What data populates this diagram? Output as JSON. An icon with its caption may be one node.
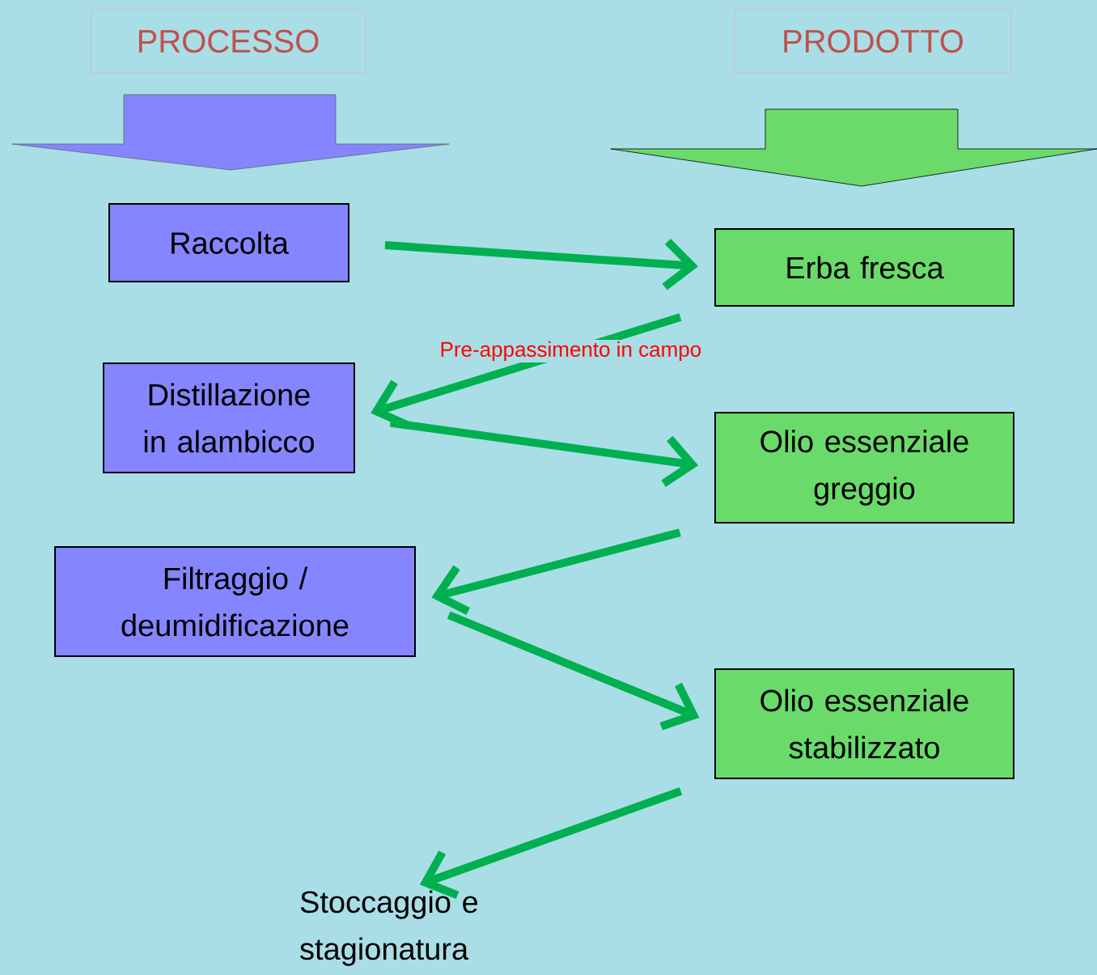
{
  "diagram": {
    "nodes": [
      {
        "text": [
          "PROCESSO"
        ]
      },
      {
        "text": [
          "PRODOTTO"
        ]
      },
      {
        "text": [
          "Raccolta"
        ]
      },
      {
        "text": [
          "Erba fresca"
        ]
      },
      {
        "text": [
          "Distillazione in alambicco"
        ]
      },
      {
        "text": [
          "Olio essenziale greggio"
        ]
      },
      {
        "text": [
          "Filtraggio / deumidificazione"
        ]
      },
      {
        "text": [
          "Olio essenziale stabilizzato"
        ]
      },
      {
        "text": [
          "Stoccaggio e stagionatura"
        ]
      }
    ],
    "edges": [
      {
        "from": 2,
        "to": 3,
        "arrow": "to"
      },
      {
        "from": 3,
        "to": 4,
        "arrow": "to",
        "label": "Pre-appassimento in campo"
      },
      {
        "from": 4,
        "to": 5,
        "arrow": "to"
      },
      {
        "from": 5,
        "to": 6,
        "arrow": "to"
      },
      {
        "from": 6,
        "to": 7,
        "arrow": "to"
      },
      {
        "from": 7,
        "to": 8,
        "arrow": "to"
      }
    ]
  }
}
